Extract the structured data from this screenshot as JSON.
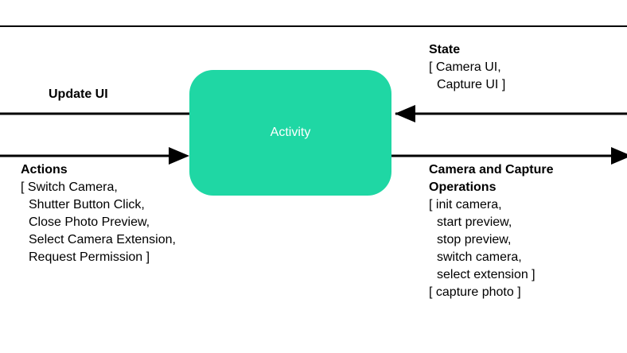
{
  "theme": {
    "accent": "#1fd7a4",
    "arrow": "#000000",
    "background": "#ffffff",
    "text": "#000000",
    "box_text": "#ffffff"
  },
  "diagram": {
    "activity": {
      "label": "Activity"
    },
    "update_ui": {
      "title": "Update UI"
    },
    "state": {
      "title": "State",
      "lines": [
        "[ Camera UI,",
        "Capture UI ]"
      ]
    },
    "actions": {
      "title": "Actions",
      "lines": [
        "[ Switch Camera,",
        "Shutter Button Click,",
        "Close Photo Preview,",
        "Select Camera Extension,",
        "Request Permission ]"
      ]
    },
    "camera_ops": {
      "title": "Camera and Capture Operations",
      "lines": [
        "[ init camera,",
        "start preview,",
        "stop preview,",
        "switch camera,",
        "select extension ]",
        "[ capture photo ]"
      ]
    }
  }
}
